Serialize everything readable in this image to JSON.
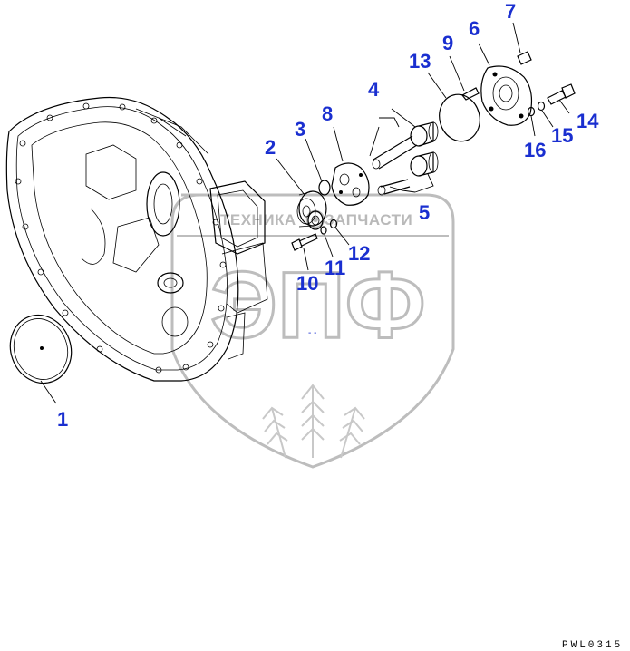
{
  "watermark": {
    "top_text_left": "ТЕХНИКА",
    "top_text_right": "ЗАПЧАСТИ",
    "big_text": "ЭПФ",
    "colors": {
      "shield": "#bdbdbd"
    }
  },
  "callouts": [
    {
      "id": "1",
      "label": "1"
    },
    {
      "id": "2",
      "label": "2"
    },
    {
      "id": "3",
      "label": "3"
    },
    {
      "id": "4",
      "label": "4"
    },
    {
      "id": "5",
      "label": "5"
    },
    {
      "id": "6",
      "label": "6"
    },
    {
      "id": "7",
      "label": "7"
    },
    {
      "id": "8",
      "label": "8"
    },
    {
      "id": "9",
      "label": "9"
    },
    {
      "id": "10",
      "label": "10"
    },
    {
      "id": "11",
      "label": "11"
    },
    {
      "id": "12",
      "label": "12"
    },
    {
      "id": "13",
      "label": "13"
    },
    {
      "id": "14",
      "label": "14"
    },
    {
      "id": "15",
      "label": "15"
    },
    {
      "id": "16",
      "label": "16"
    }
  ],
  "drawing_code": "PWL0315",
  "colors": {
    "callout": "#1a2fd0",
    "line": "#000000"
  }
}
